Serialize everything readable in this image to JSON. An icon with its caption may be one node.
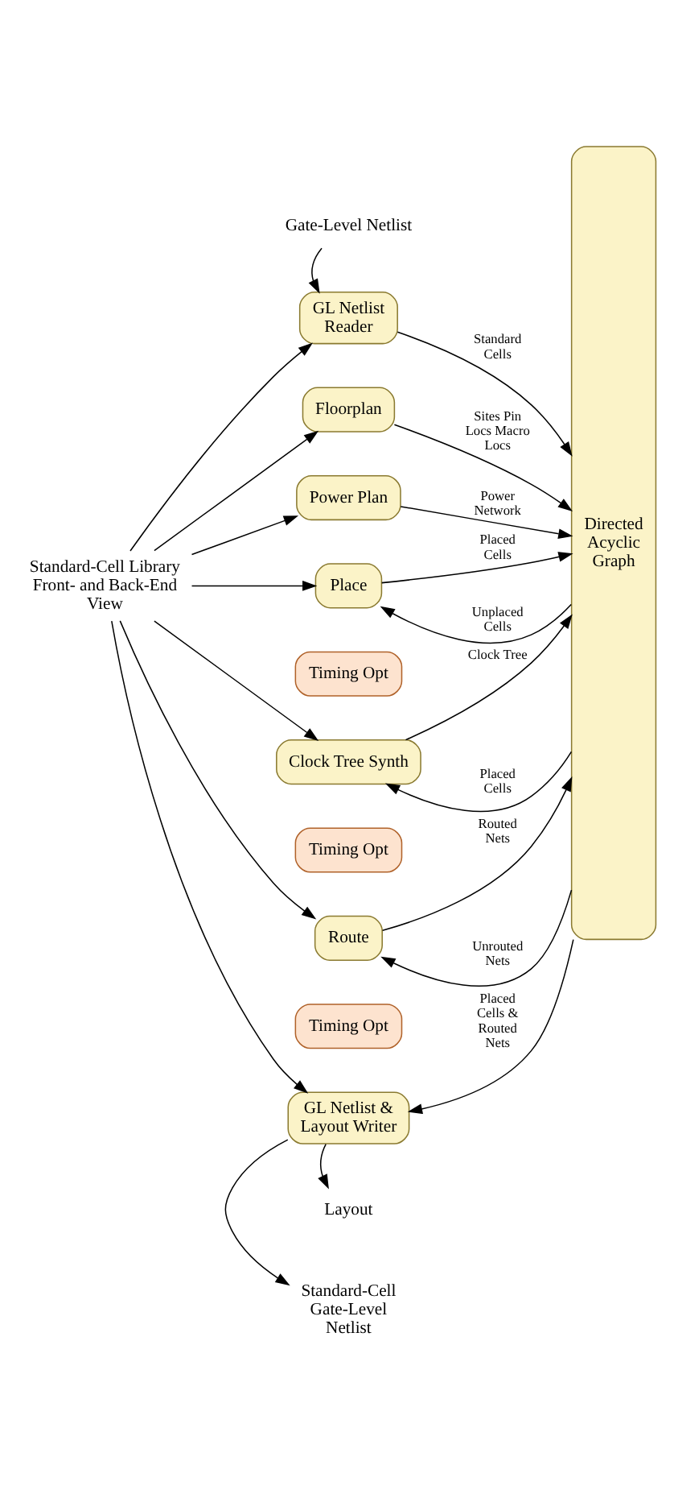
{
  "diagram": {
    "nodes": [
      {
        "text": [
          "Gate-Level Netlist"
        ]
      },
      {
        "text": [
          "GL Netlist Reader"
        ]
      },
      {
        "text": [
          "Floorplan"
        ]
      },
      {
        "text": [
          "Power Plan"
        ]
      },
      {
        "text": [
          "Place"
        ]
      },
      {
        "text": [
          "Timing Opt"
        ]
      },
      {
        "text": [
          "Clock Tree Synth"
        ]
      },
      {
        "text": [
          "Timing Opt"
        ]
      },
      {
        "text": [
          "Route"
        ]
      },
      {
        "text": [
          "Timing Opt"
        ]
      },
      {
        "text": [
          "GL Netlist & Layout Writer"
        ]
      },
      {
        "text": [
          "Directed Acyclic Graph"
        ]
      },
      {
        "text": [
          "Standard-Cell Library Front- and Back-End View"
        ]
      },
      {
        "text": [
          "Layout"
        ]
      },
      {
        "text": [
          "Standard-Cell Gate-Level Netlist"
        ]
      }
    ],
    "edges": [
      {
        "from": 0,
        "to": 1,
        "arrow": "to"
      },
      {
        "from": 1,
        "to": 11,
        "arrow": "to",
        "label": "Standard Cells"
      },
      {
        "from": 2,
        "to": 11,
        "arrow": "to",
        "label": "Sites Pin Locs Macro Locs"
      },
      {
        "from": 3,
        "to": 11,
        "arrow": "to",
        "label": "Power Network"
      },
      {
        "from": 11,
        "to": 4,
        "arrow": "to",
        "label": "Unplaced Cells"
      },
      {
        "from": 4,
        "to": 11,
        "arrow": "to",
        "label": "Placed Cells"
      },
      {
        "from": 11,
        "to": 6,
        "arrow": "to",
        "label": "Placed Cells"
      },
      {
        "from": 6,
        "to": 11,
        "arrow": "to",
        "label": "Clock Tree"
      },
      {
        "from": 11,
        "to": 8,
        "arrow": "to",
        "label": "Unrouted Nets"
      },
      {
        "from": 8,
        "to": 11,
        "arrow": "to",
        "label": "Routed Nets"
      },
      {
        "from": 11,
        "to": 10,
        "arrow": "to",
        "label": "Placed Cells & Routed Nets"
      },
      {
        "from": 12,
        "to": 1,
        "arrow": "to"
      },
      {
        "from": 12,
        "to": 2,
        "arrow": "to"
      },
      {
        "from": 12,
        "to": 3,
        "arrow": "to"
      },
      {
        "from": 12,
        "to": 4,
        "arrow": "to"
      },
      {
        "from": 12,
        "to": 6,
        "arrow": "to"
      },
      {
        "from": 12,
        "to": 8,
        "arrow": "to"
      },
      {
        "from": 12,
        "to": 10,
        "arrow": "to"
      },
      {
        "from": 10,
        "to": 13,
        "arrow": "to"
      },
      {
        "from": 10,
        "to": 14,
        "arrow": "to"
      }
    ]
  }
}
